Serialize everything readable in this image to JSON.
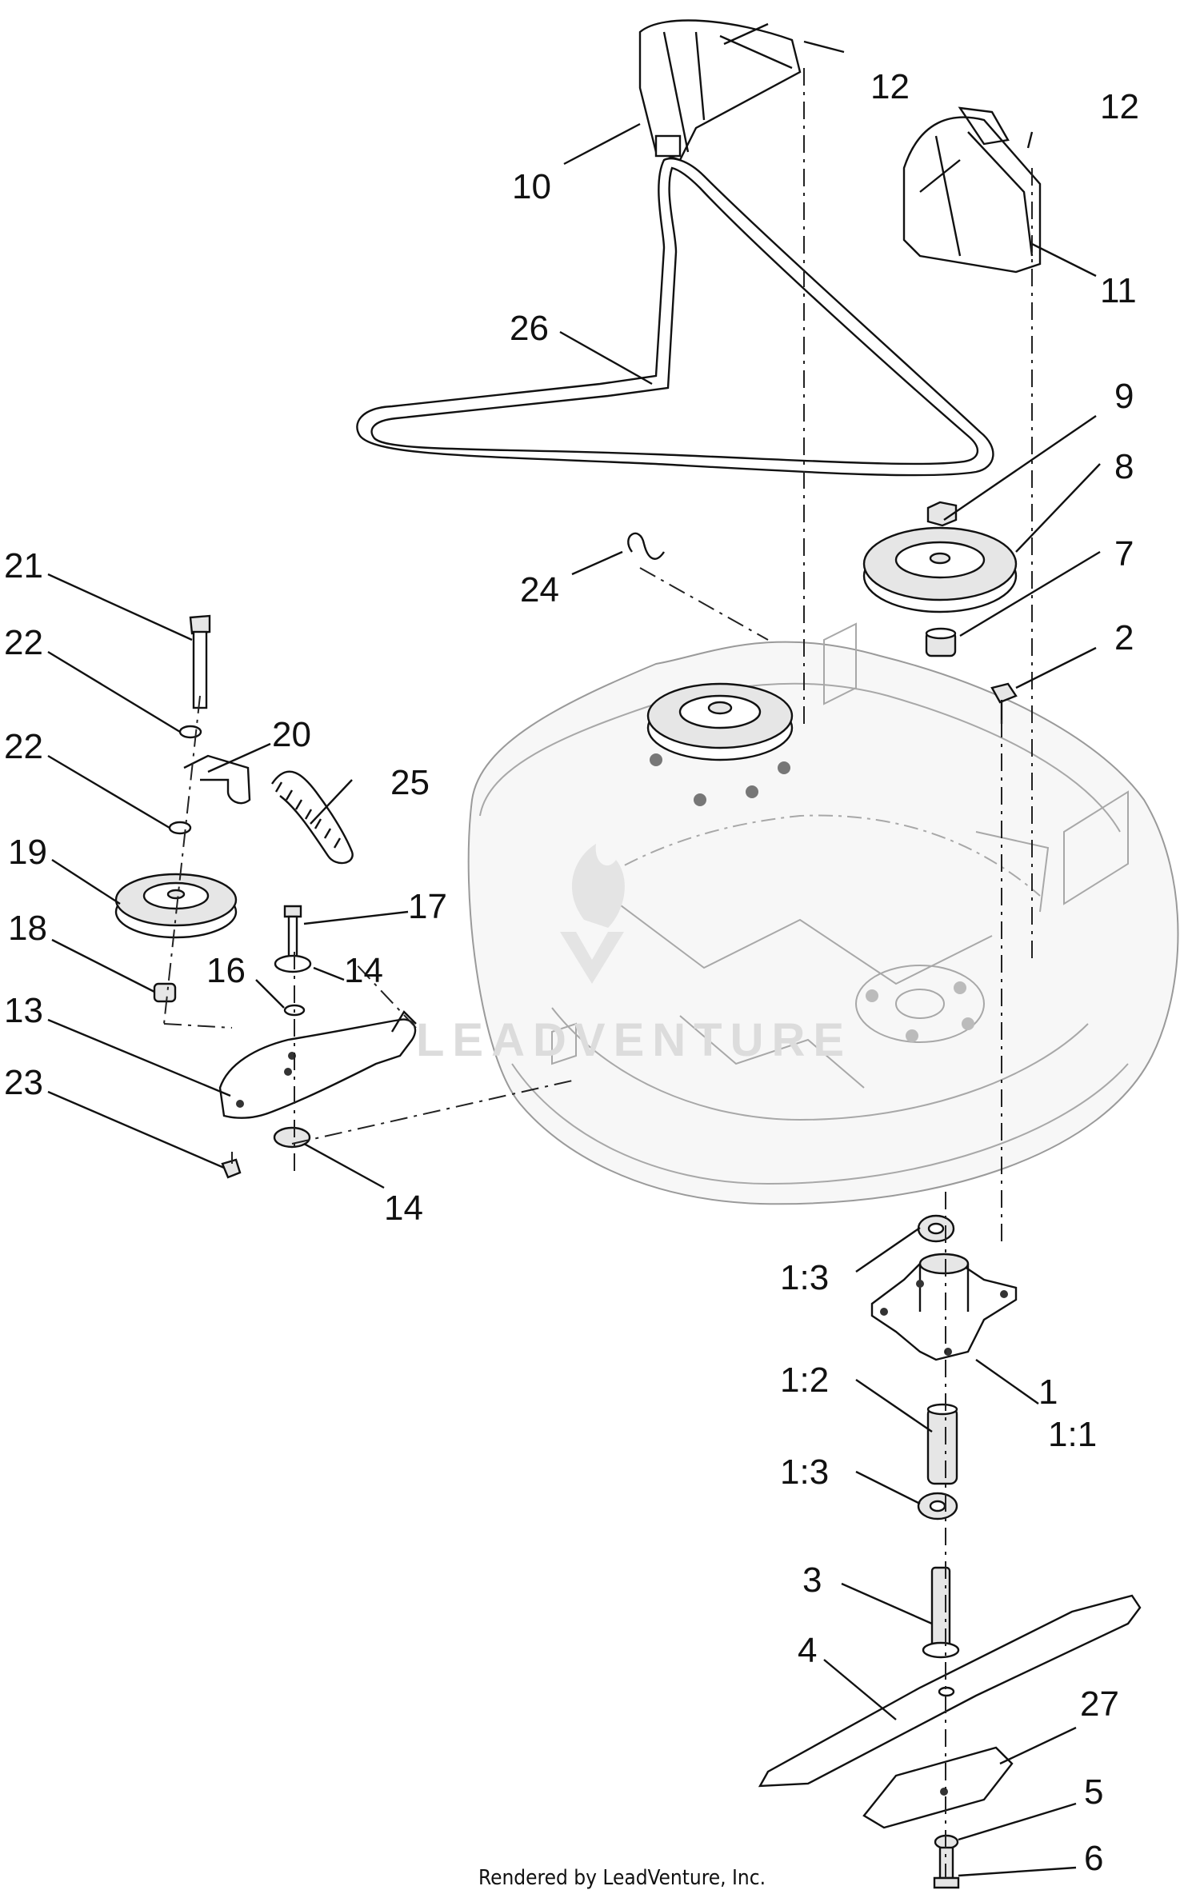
{
  "callouts": [
    {
      "id": "c1",
      "label": "1"
    },
    {
      "id": "c1_1",
      "label": "1:1"
    },
    {
      "id": "c1_2",
      "label": "1:2"
    },
    {
      "id": "c1_3a",
      "label": "1:3"
    },
    {
      "id": "c1_3b",
      "label": "1:3"
    },
    {
      "id": "c2",
      "label": "2"
    },
    {
      "id": "c3",
      "label": "3"
    },
    {
      "id": "c4",
      "label": "4"
    },
    {
      "id": "c5",
      "label": "5"
    },
    {
      "id": "c6",
      "label": "6"
    },
    {
      "id": "c7",
      "label": "7"
    },
    {
      "id": "c8",
      "label": "8"
    },
    {
      "id": "c9",
      "label": "9"
    },
    {
      "id": "c10",
      "label": "10"
    },
    {
      "id": "c11",
      "label": "11"
    },
    {
      "id": "c12a",
      "label": "12"
    },
    {
      "id": "c12b",
      "label": "12"
    },
    {
      "id": "c13",
      "label": "13"
    },
    {
      "id": "c14a",
      "label": "14"
    },
    {
      "id": "c14b",
      "label": "14"
    },
    {
      "id": "c16",
      "label": "16"
    },
    {
      "id": "c17",
      "label": "17"
    },
    {
      "id": "c18",
      "label": "18"
    },
    {
      "id": "c19",
      "label": "19"
    },
    {
      "id": "c20",
      "label": "20"
    },
    {
      "id": "c21",
      "label": "21"
    },
    {
      "id": "c22a",
      "label": "22"
    },
    {
      "id": "c22b",
      "label": "22"
    },
    {
      "id": "c23",
      "label": "23"
    },
    {
      "id": "c24",
      "label": "24"
    },
    {
      "id": "c25",
      "label": "25"
    },
    {
      "id": "c26",
      "label": "26"
    },
    {
      "id": "c27",
      "label": "27"
    }
  ],
  "watermark": "LEADVENTURE",
  "footer": "Rendered by LeadVenture, Inc."
}
